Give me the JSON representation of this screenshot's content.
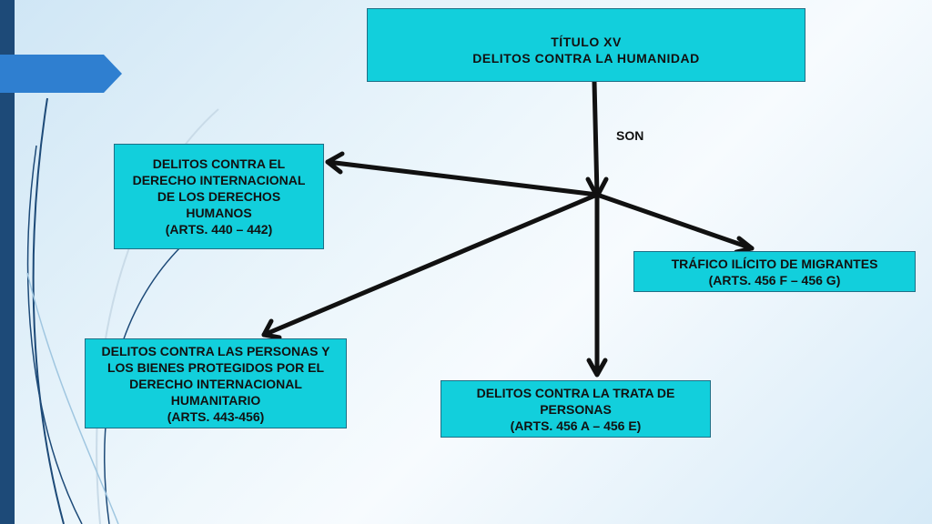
{
  "colors": {
    "box_fill": "#12cfdc",
    "box_border": "#1f6f86",
    "sidebar": "#1d4a78",
    "tab": "#2f7fd0",
    "arrow": "#111111"
  },
  "title_box": {
    "line1": "TÍTULO XV",
    "line2": "DELITOS CONTRA LA HUMANIDAD"
  },
  "connector_label": "SON",
  "nodes": {
    "dih": {
      "lines": [
        "DELITOS CONTRA EL",
        "DERECHO INTERNACIONAL",
        "DE LOS DERECHOS",
        "HUMANOS",
        "(ARTS. 440 – 442)"
      ]
    },
    "migrantes": {
      "lines": [
        "TRÁFICO ILÍCITO DE MIGRANTES",
        "(ARTS. 456 F – 456 G)"
      ]
    },
    "dhi": {
      "lines": [
        "DELITOS CONTRA LAS PERSONAS Y",
        "LOS BIENES PROTEGIDOS POR EL",
        "DERECHO INTERNACIONAL",
        "HUMANITARIO",
        "(ARTS. 443-456)"
      ]
    },
    "trata": {
      "lines": [
        "DELITOS CONTRA LA TRATA DE",
        "PERSONAS",
        "(ARTS. 456 A – 456 E)"
      ]
    }
  }
}
